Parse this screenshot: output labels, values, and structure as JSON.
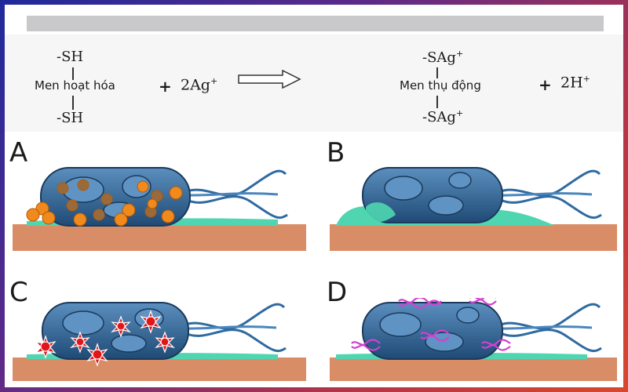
{
  "reaction": {
    "left": {
      "group_top": "-SH",
      "group_bottom": "-SH",
      "enzyme_label": "Men hoạt hóa",
      "plus": "+",
      "reagent": "2Ag",
      "reagent_charge": "+"
    },
    "right": {
      "group_top": "-SAg",
      "group_top_charge": "+",
      "group_bottom": "-SAg",
      "group_bottom_charge": "+",
      "enzyme_label": "Men thụ động",
      "plus": "+",
      "product": "2H",
      "product_charge": "+"
    }
  },
  "panels": [
    {
      "label": "A"
    },
    {
      "label": "B"
    },
    {
      "label": "C"
    },
    {
      "label": "D"
    }
  ],
  "colors": {
    "bacterium_body": "#2f5c88",
    "bacterium_highlight": "#5b8fbf",
    "surface": "#d98d66",
    "biofilm": "#4fd6b0",
    "silver_ion": "#f08a1c",
    "ros_burst": "#e0161b",
    "dna_damage": "#d43fd0",
    "background_gradient_start": "#1f2a9a",
    "background_gradient_end": "#d9472e"
  }
}
